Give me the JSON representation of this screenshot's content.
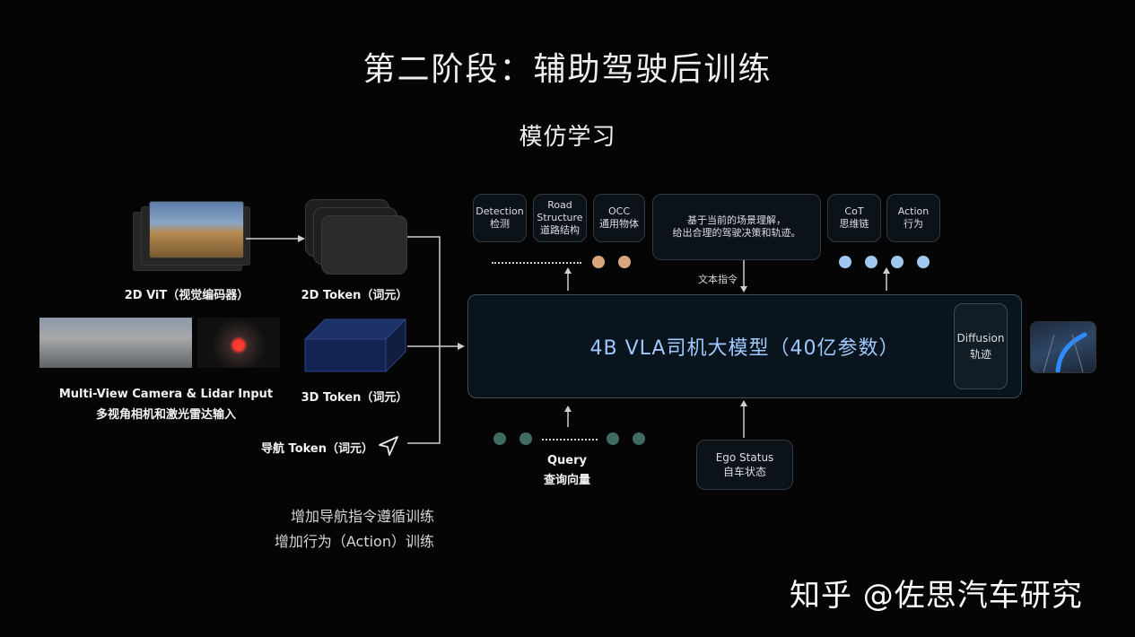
{
  "title": "第二阶段：辅助驾驶后训练",
  "subtitle": "模仿学习",
  "inputs": {
    "vit_label": "2D ViT（视觉编码器）",
    "token2d_label": "2D Token（词元）",
    "camera_label_en": "Multi-View Camera & Lidar Input",
    "camera_label_zh": "多视角相机和激光雷达输入",
    "token3d_label": "3D Token（词元）",
    "nav_label": "导航 Token（词元）"
  },
  "outputs": {
    "detection": [
      "Detection",
      "检测"
    ],
    "road": [
      "Road",
      "Structure",
      "道路结构"
    ],
    "occ": [
      "OCC",
      "通用物体"
    ],
    "reasoning": [
      "基于当前的场景理解，",
      "给出合理的驾驶决策和轨迹。"
    ],
    "text_cmd": "文本指令",
    "cot": [
      "CoT",
      "思维链"
    ],
    "action": [
      "Action",
      "行为"
    ]
  },
  "model": {
    "label": "4B VLA司机大模型（40亿参数）",
    "diffusion": [
      "Diffusion",
      "轨迹"
    ]
  },
  "query": {
    "label_en": "Query",
    "label_zh": "查询向量"
  },
  "ego": [
    "Ego Status",
    "自车状态"
  ],
  "notes": [
    "增加导航指令遵循训练",
    "增加行为（Action）训练"
  ],
  "watermark": "知乎 @佐思汽车研究",
  "colors": {
    "accent_blue": "#9ec8ff",
    "dot_orange": "#d9a57a",
    "dot_blue": "#9fc8ef",
    "dot_green": "#3f6b63"
  }
}
